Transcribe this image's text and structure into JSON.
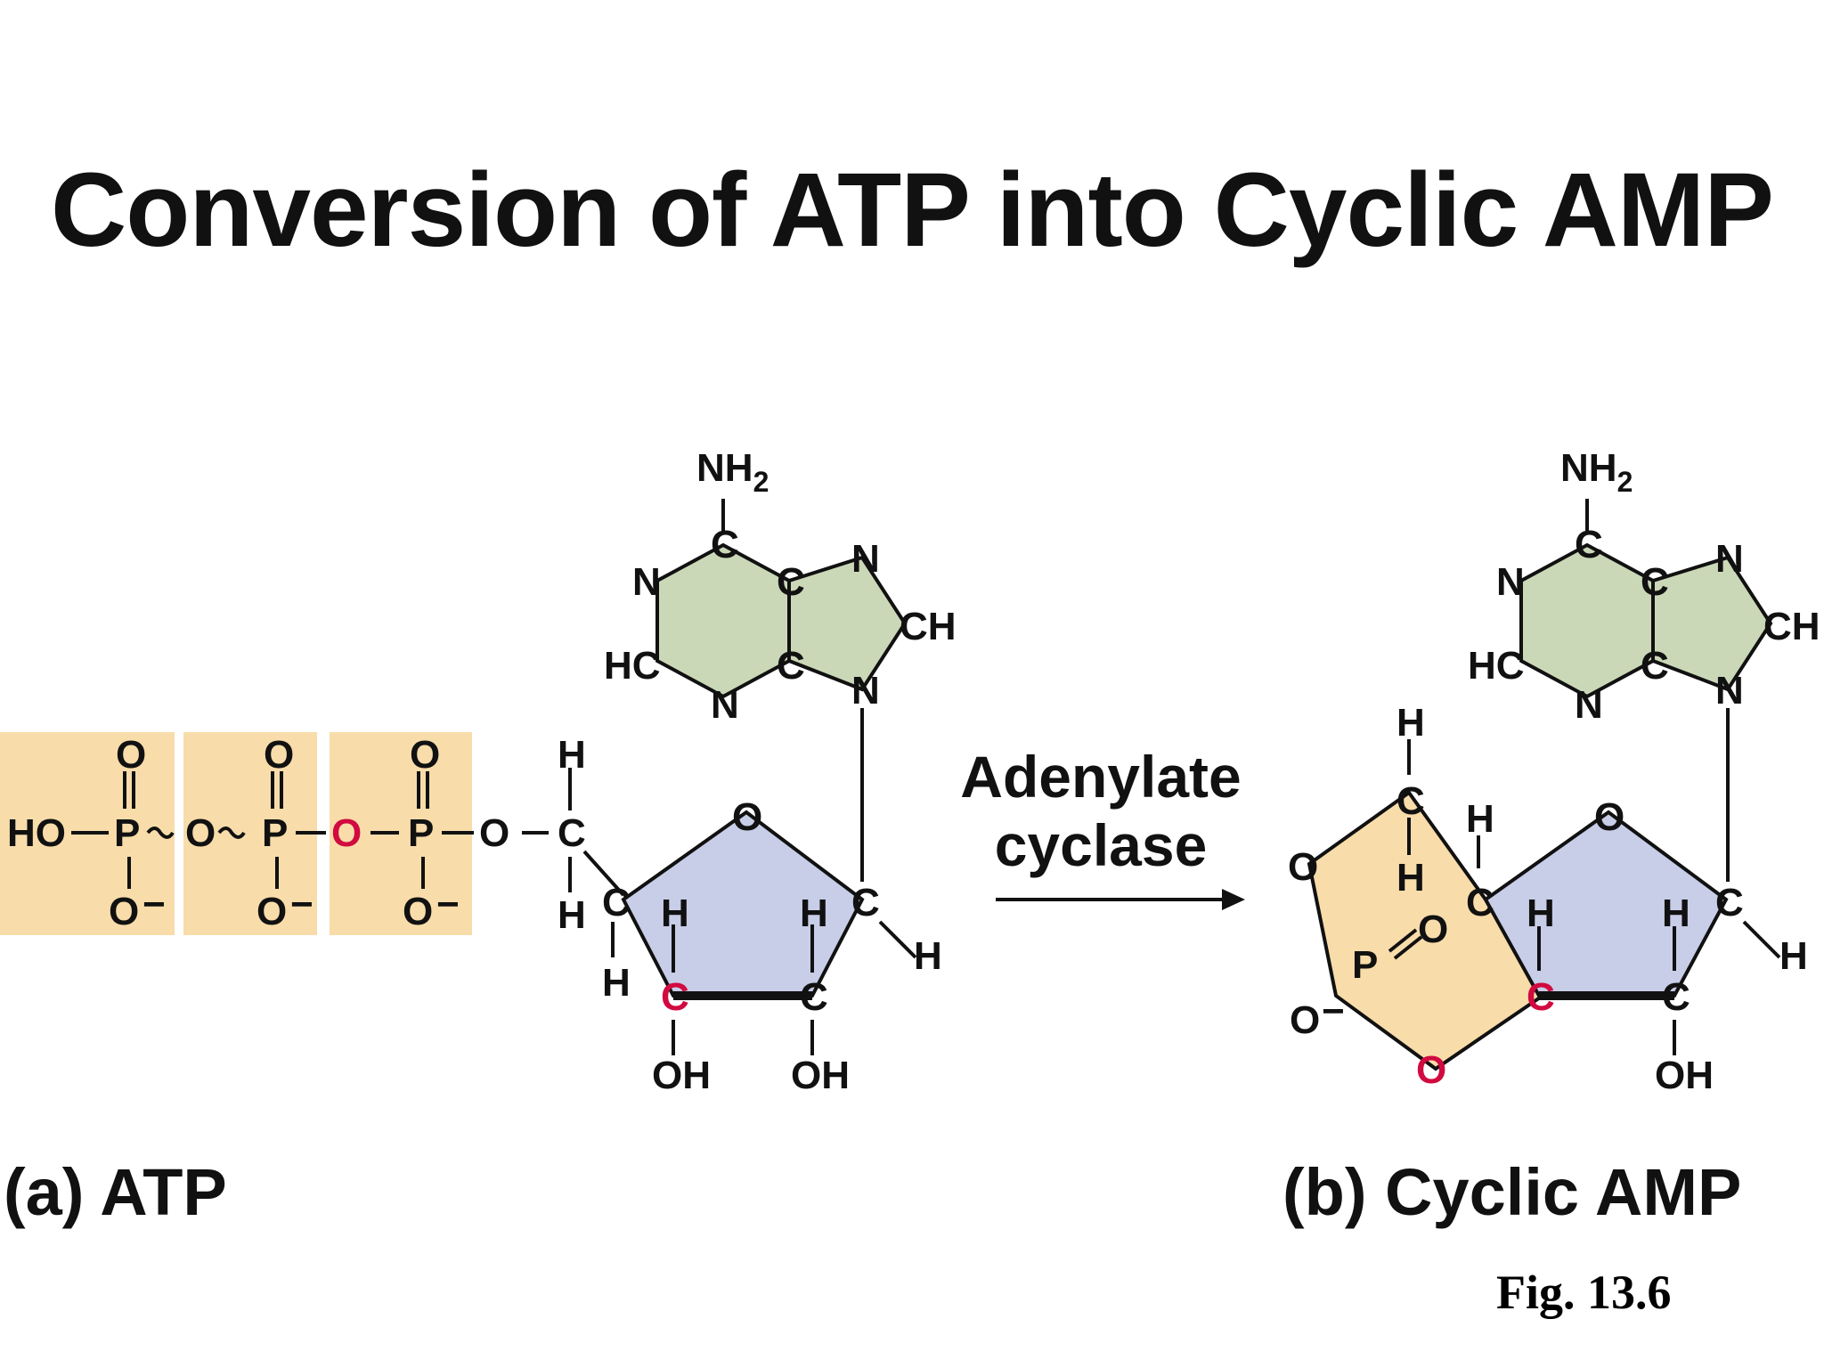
{
  "title": "Conversion of ATP into Cyclic AMP",
  "enzyme": {
    "line1": "Adenylate",
    "line2": "cyclase"
  },
  "caption_a": "(a) ATP",
  "caption_b": "(b) Cyclic AMP",
  "figure_number": "Fig. 13.6",
  "colors": {
    "phosphate_box": "#f8dcaa",
    "ribose_fill": "#c8cde8",
    "adenine_fill": "#cbd8b8",
    "highlight_red": "#d10a40",
    "ink": "#111111"
  },
  "atoms": {
    "nh2": "NH",
    "sub2": "2",
    "n": "N",
    "c": "C",
    "ch": "CH",
    "hc": "HC",
    "h": "H",
    "o": "O",
    "p": "P",
    "ho": "HO",
    "oh": "OH",
    "o_minus": "O",
    "minus": "−"
  }
}
